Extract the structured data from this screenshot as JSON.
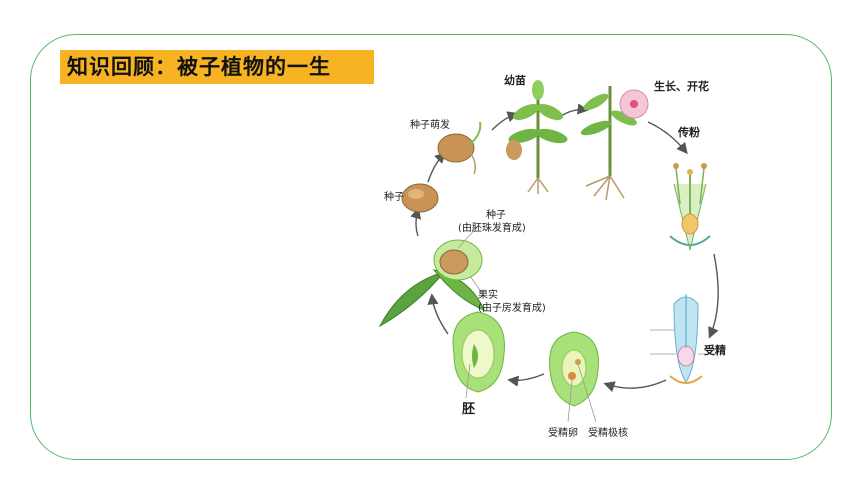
{
  "title": "知识回顾：被子植物的一生",
  "labels": {
    "seedling": "幼苗",
    "growth_flower": "生长、开花",
    "germination": "种子萌发",
    "pollination": "传粉",
    "seed": "种子",
    "seed_inner": "种子",
    "seed_inner_note": "(由胚珠发育成)",
    "fruit": "果实",
    "fruit_note": "(由子房发育成)",
    "fertilization": "受精",
    "embryo": "胚",
    "fertilized_egg": "受精卵",
    "fertilized_polar": "受精极核"
  },
  "colors": {
    "frame": "#52b96e",
    "title_bg": "#f7b321",
    "arrow": "#555555"
  }
}
